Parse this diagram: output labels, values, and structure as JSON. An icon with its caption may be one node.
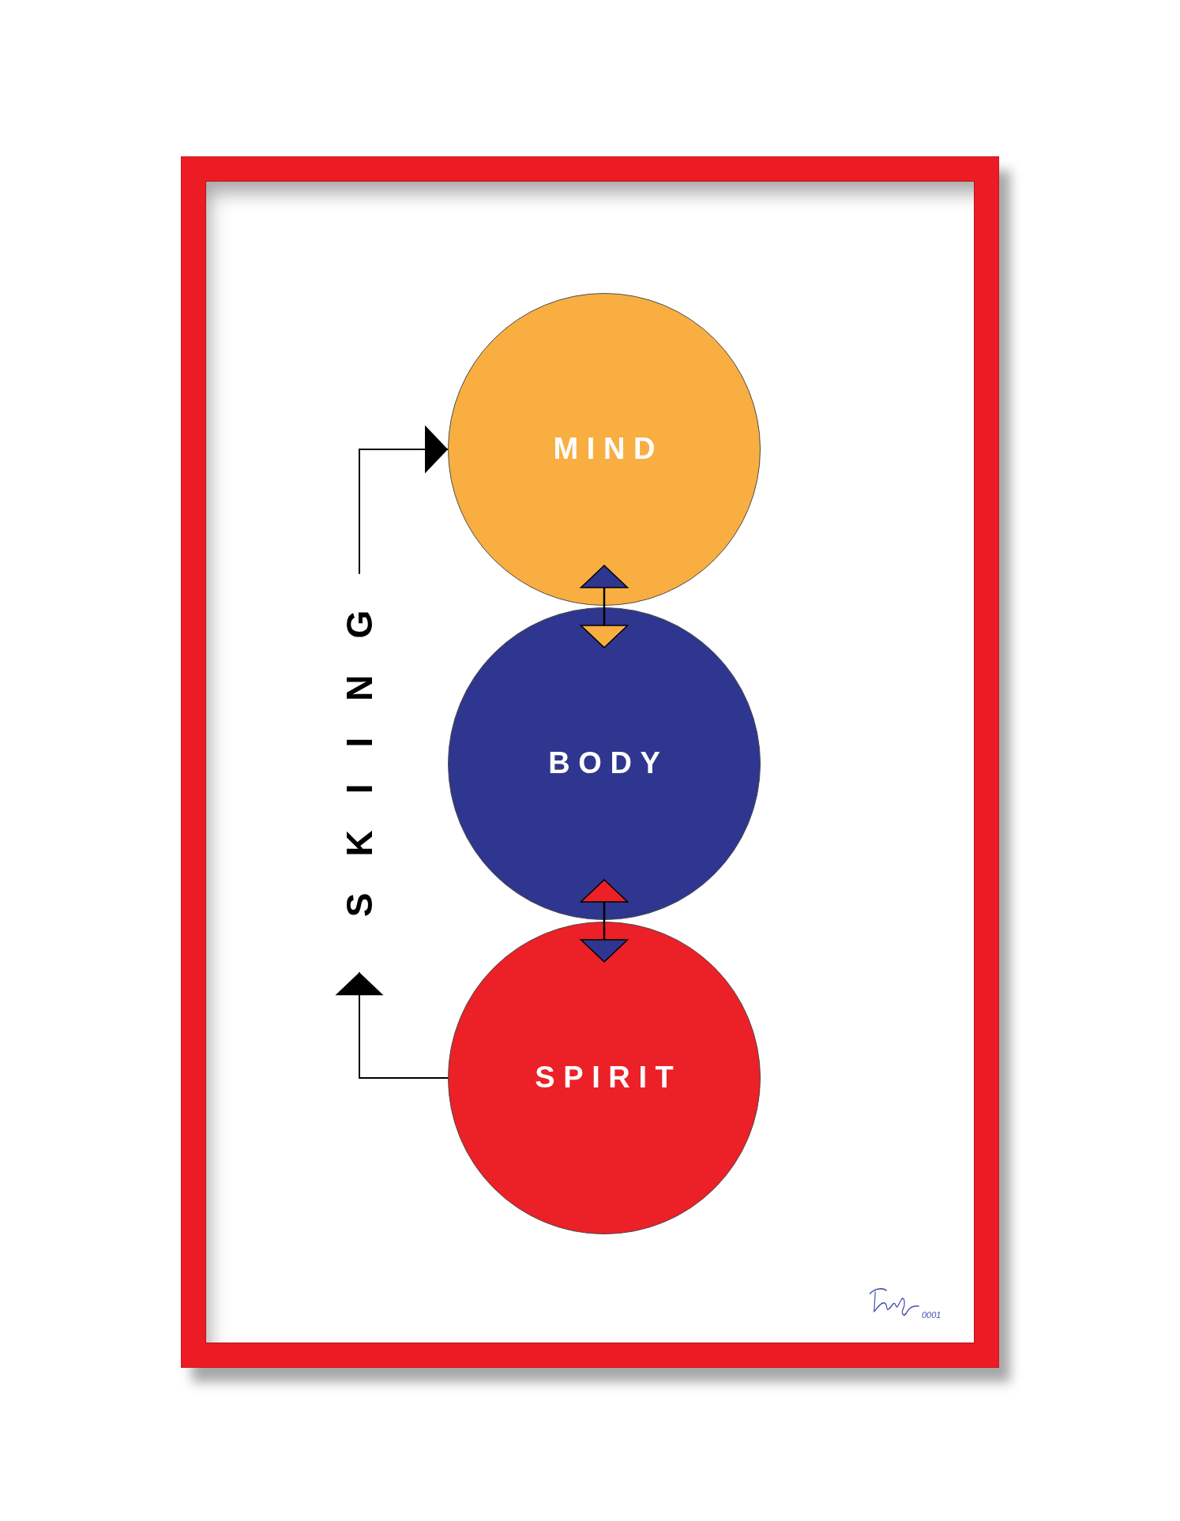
{
  "diagram": {
    "nodes": [
      {
        "text": [
          "MIND"
        ]
      },
      {
        "text": [
          "BODY"
        ]
      },
      {
        "text": [
          "SPIRIT"
        ]
      },
      {
        "text": [
          "SKIING"
        ]
      }
    ],
    "edges": [
      {
        "from": 0,
        "to": 1,
        "arrow": "both"
      },
      {
        "from": 1,
        "to": 2,
        "arrow": "both"
      },
      {
        "from": 2,
        "to": 3,
        "arrow": "to"
      },
      {
        "from": 3,
        "to": 0,
        "arrow": "to"
      }
    ],
    "labels": [
      "0001"
    ]
  }
}
